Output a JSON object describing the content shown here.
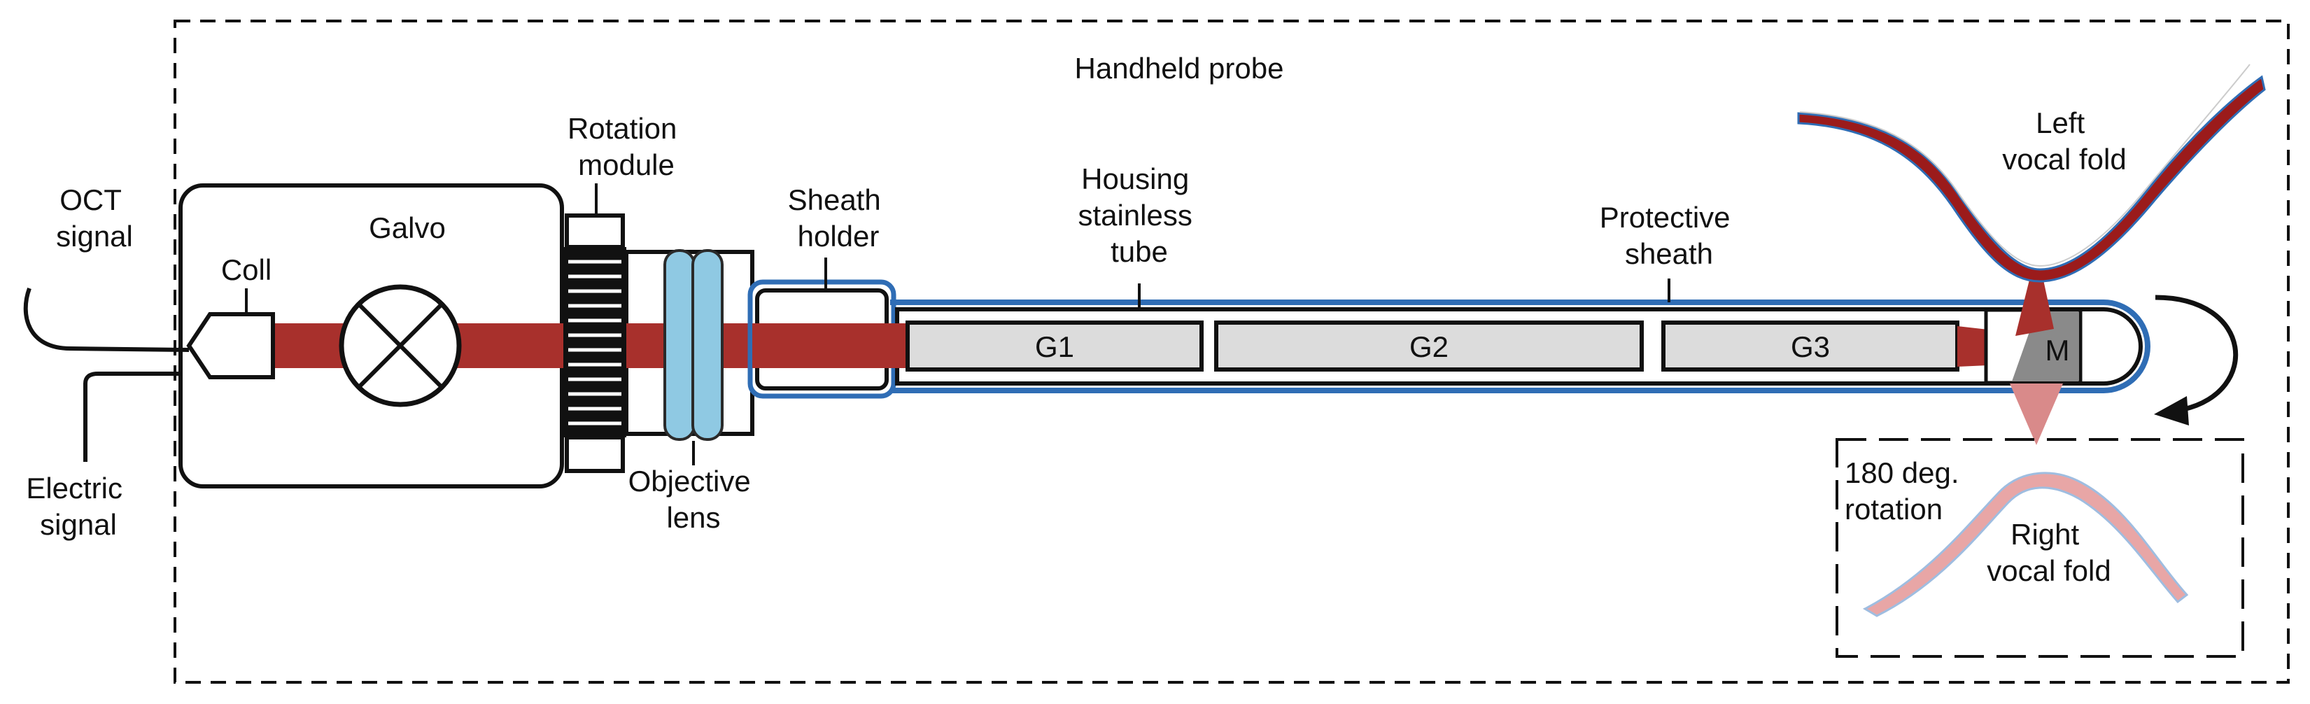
{
  "title": "Handheld probe",
  "labels": {
    "oct_signal": [
      "OCT",
      "signal"
    ],
    "electric_signal": [
      "Electric",
      "signal"
    ],
    "coll": "Coll",
    "galvo": "Galvo",
    "rotation_module": [
      "Rotation",
      "module"
    ],
    "objective_lens": [
      "Objective",
      "lens"
    ],
    "sheath_holder": [
      "Sheath",
      "holder"
    ],
    "housing_tube": [
      "Housing",
      "stainless",
      "tube"
    ],
    "protective_sheath": [
      "Protective",
      "sheath"
    ],
    "left_vocal_fold": [
      "Left",
      "vocal fold"
    ],
    "right_vocal_fold": [
      "Right",
      "vocal fold"
    ],
    "rotation_note": [
      "180 deg.",
      "rotation"
    ]
  },
  "lenses": [
    "G1",
    "G2",
    "G3"
  ],
  "mirror": "M",
  "colors": {
    "beam": "#a8302c",
    "beam_faded": "#d98a8a",
    "sheath": "#2f6db5",
    "lens_fill": "#dcdcdc",
    "objective": "#8fc9e3",
    "tissue_dark": "#9b1b1b",
    "tissue_light": "#e8a6a6",
    "mirror": "#8a8a8a"
  }
}
